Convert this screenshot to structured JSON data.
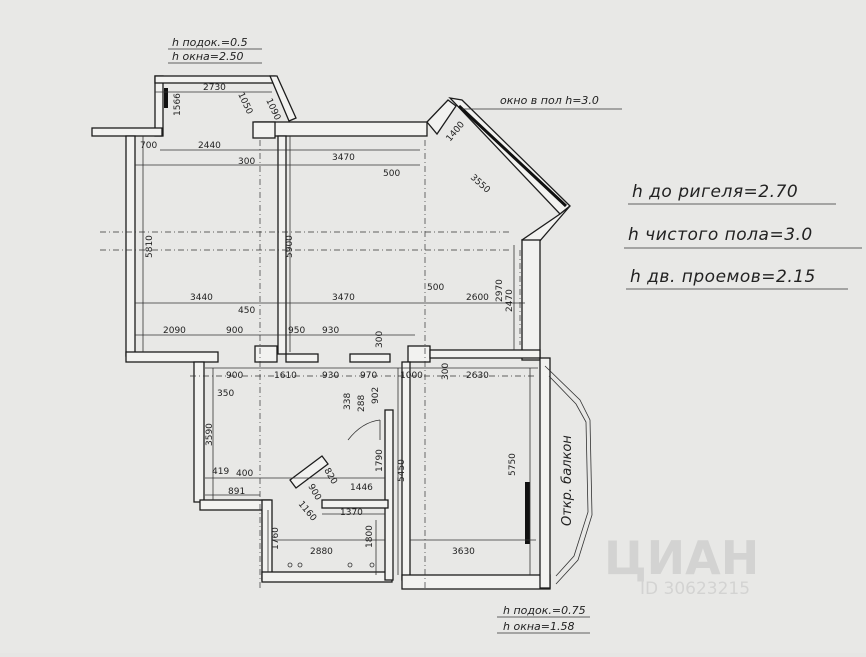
{
  "top_annotation": {
    "line1": "h подок.=0.5",
    "line2": "h окна=2.50"
  },
  "window_note": "окно в пол h=3.0",
  "bottom_annotation": {
    "line1": "h подок.=0.75",
    "line2": "h окна=1.58"
  },
  "notes": {
    "beam": "h до ригеля=2.70",
    "floor": "h чистого пола=3.0",
    "doors": "h дв. проемов=2.15"
  },
  "balcony_label": "Откр. балкон",
  "watermark": {
    "brand": "ЦИАН",
    "id": "ID 30623215"
  },
  "dimensions": [
    {
      "t": "2730"
    },
    {
      "t": "1566"
    },
    {
      "t": "1050"
    },
    {
      "t": "1090"
    },
    {
      "t": "1400"
    },
    {
      "t": "700"
    },
    {
      "t": "2440"
    },
    {
      "t": "300"
    },
    {
      "t": "3470"
    },
    {
      "t": "500"
    },
    {
      "t": "3550"
    },
    {
      "t": "5810"
    },
    {
      "t": "5900"
    },
    {
      "t": "3440"
    },
    {
      "t": "3470"
    },
    {
      "t": "500"
    },
    {
      "t": "2600"
    },
    {
      "t": "2970"
    },
    {
      "t": "2470"
    },
    {
      "t": "450"
    },
    {
      "t": "2090"
    },
    {
      "t": "900"
    },
    {
      "t": "950"
    },
    {
      "t": "930"
    },
    {
      "t": "300"
    },
    {
      "t": "900"
    },
    {
      "t": "1610"
    },
    {
      "t": "930"
    },
    {
      "t": "970"
    },
    {
      "t": "1000"
    },
    {
      "t": "300"
    },
    {
      "t": "2630"
    },
    {
      "t": "350"
    },
    {
      "t": "338"
    },
    {
      "t": "288"
    },
    {
      "t": "902"
    },
    {
      "t": "3590"
    },
    {
      "t": "1790"
    },
    {
      "t": "5450"
    },
    {
      "t": "5750"
    },
    {
      "t": "419"
    },
    {
      "t": "400"
    },
    {
      "t": "820"
    },
    {
      "t": "891"
    },
    {
      "t": "1446"
    },
    {
      "t": "900"
    },
    {
      "t": "1160"
    },
    {
      "t": "1370"
    },
    {
      "t": "1760"
    },
    {
      "t": "2880"
    },
    {
      "t": "1800"
    },
    {
      "t": "3630"
    }
  ]
}
